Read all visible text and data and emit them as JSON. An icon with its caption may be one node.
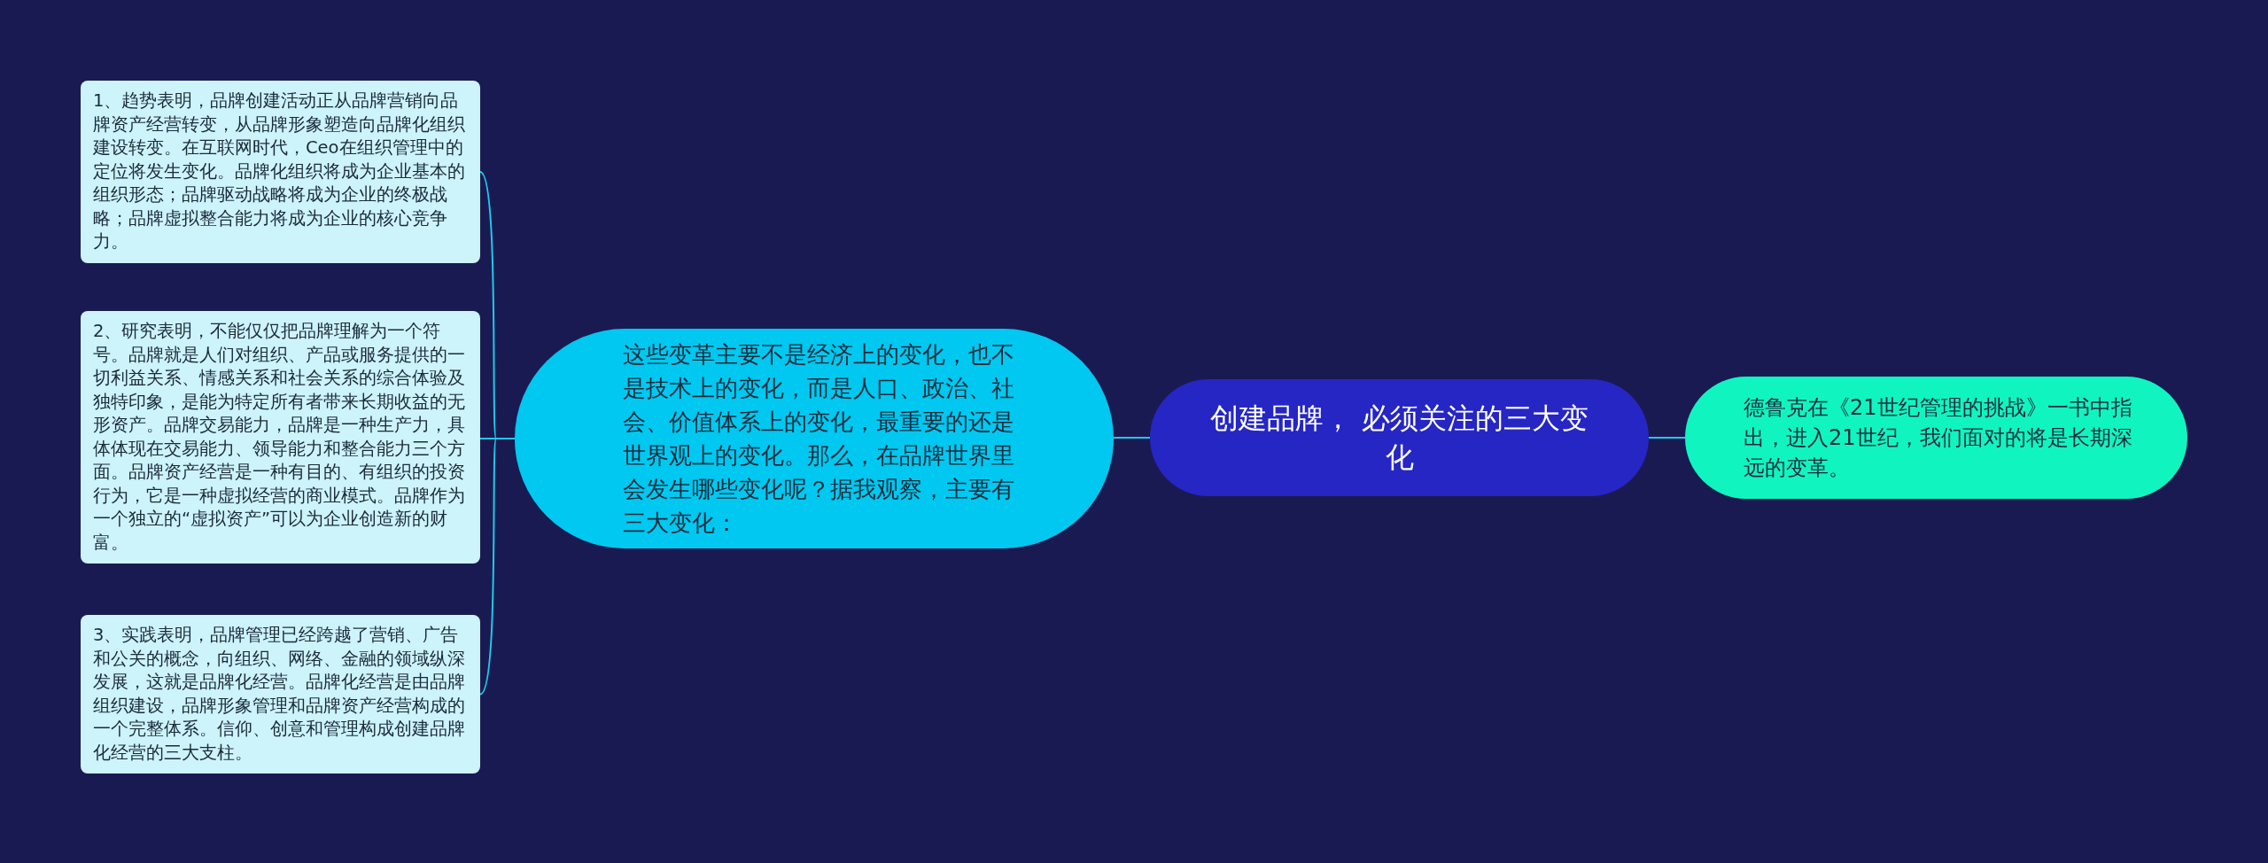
{
  "diagram": {
    "nodes": [
      {
        "text": [
          "创建品牌， 必须关注的三大变化"
        ]
      },
      {
        "text": [
          "德鲁克在《21世纪管理的挑战》一书中指出，进入21世纪，我们面对的将是长期深远的变革。"
        ]
      },
      {
        "text": [
          "这些变革主要不是经济上的变化，也不是技术上的变化，而是人口、政治、社会、价值体系上的变化，最重要的还是世界观上的变化。那么，在品牌世界里会发生哪些变化呢？据我观察，主要有三大变化："
        ]
      },
      {
        "text": [
          "1、趋势表明，品牌创建活动正从品牌营销向品牌资产经营转变，从品牌形象塑造向品牌化组织建设转变。在互联网时代，Ceo在组织管理中的定位将发生变化。品牌化组织将成为企业基本的组织形态；品牌驱动战略将成为企业的终极战略；品牌虚拟整合能力将成为企业的核心竞争力。"
        ]
      },
      {
        "text": [
          "2、研究表明，不能仅仅把品牌理解为一个符号。品牌就是人们对组织、产品或服务提供的一切利益关系、情感关系和社会关系的综合体验及独特印象，是能为特定所有者带来长期收益的无形资产。品牌交易能力，品牌是一种生产力，具体体现在交易能力、领导能力和整合能力三个方面。品牌资产经营是一种有目的、有组织的投资行为，它是一种虚拟经营的商业模式。品牌作为一个独立的“虚拟资产”可以为企业创造新的财富。"
        ]
      },
      {
        "text": [
          "3、实践表明，品牌管理已经跨越了营销、广告和公关的概念，向组织、网络、金融的领域纵深发展，这就是品牌化经营。品牌化经营是由品牌组织建设，品牌形象管理和品牌资产经营构成的一个完整体系。信仰、创意和管理构成创建品牌化经营的三大支柱。"
        ]
      }
    ],
    "edges": [
      {
        "from": 0,
        "to": 1,
        "arrow": "none"
      },
      {
        "from": 0,
        "to": 2,
        "arrow": "none"
      },
      {
        "from": 2,
        "to": 3,
        "arrow": "none"
      },
      {
        "from": 2,
        "to": 4,
        "arrow": "none"
      },
      {
        "from": 2,
        "to": 5,
        "arrow": "none"
      }
    ]
  }
}
